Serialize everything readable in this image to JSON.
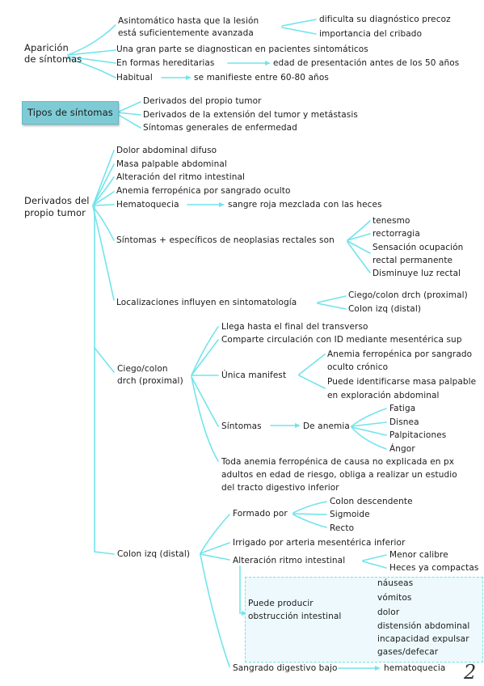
{
  "sections": {
    "aparicion": {
      "title": [
        "Aparición",
        "de síntomas"
      ],
      "asintomatico": [
        "Asintomático hasta que la lesión",
        "está suficientemente avanzada"
      ],
      "asintomatico_consequences": [
        "dificulta su diagnóstico precoz",
        "importancia del cribado"
      ],
      "diagnosticados": "Una gran parte se diagnostican en pacientes sintomáticos",
      "hereditarias": "En formas hereditarias",
      "hereditarias_detail": "edad de presentación antes de los 50 años",
      "habitual": "Habitual",
      "habitual_detail": "se manifieste entre 60-80 años"
    },
    "tipos": {
      "title": "Tipos de síntomas",
      "items": [
        "Derivados del propio tumor",
        "Derivados de la extensión del tumor y metástasis",
        "Síntomas generales de enfermedad"
      ]
    },
    "derivados": {
      "title": [
        "Derivados del",
        "propio tumor"
      ],
      "symptoms": [
        "Dolor abdominal difuso",
        "Masa palpable abdominal",
        "Alteración del ritmo intestinal",
        "Anemia ferropénica por sangrado oculto"
      ],
      "hematoquecia": "Hematoquecia",
      "hematoquecia_detail": "sangre roja mezclada con las heces",
      "rectales": "Síntomas + específicos de neoplasias rectales son",
      "rectales_items": [
        "tenesmo",
        "rectorragia",
        "Sensación ocupación",
        "rectal permanente",
        "Disminuye luz rectal"
      ],
      "localizaciones": "Localizaciones influyen en sintomatología",
      "localizaciones_items": [
        "Ciego/colon drch (proximal)",
        "Colon izq (distal)"
      ]
    },
    "ciego": {
      "title": [
        "Ciego/colon",
        "drch (proximal)"
      ],
      "items": [
        "Llega hasta el final del transverso",
        "Comparte circulación con ID mediante mesentérica sup"
      ],
      "unica": "Única manifest",
      "unica_items": [
        "Anemia ferropénica por sangrado",
        "oculto crónico",
        "Puede identificarse masa palpable",
        "en  exploración abdominal"
      ],
      "sintomas": "Síntomas",
      "anemia": "De anemia",
      "anemia_items": [
        "Fatiga",
        "Disnea",
        "Palpitaciones",
        "Ángor"
      ],
      "toda": [
        "Toda anemia ferropénica de causa no explicada en px",
        "adultos en edad de riesgo, obliga a realizar un estudio",
        "del tracto digestivo inferior"
      ]
    },
    "colon_izq": {
      "title": "Colon izq (distal)",
      "formado": "Formado por",
      "formado_items": [
        "Colon descendente",
        "Sigmoide",
        "Recto"
      ],
      "irrigado": "Irrigado por arteria mesentérica inferior",
      "alteracion": "Alteración ritmo intestinal",
      "alteracion_items": [
        "Menor calibre",
        "Heces ya compactas"
      ],
      "obstruccion": [
        "Puede producir",
        "obstrucción intestinal"
      ],
      "obstruccion_items": [
        "náuseas",
        "vómitos",
        "dolor",
        "distensión abdominal",
        "incapacidad expulsar",
        "gases/defecar"
      ],
      "sangrado": "Sangrado digestivo bajo",
      "sangrado_detail": "hematoquecia"
    }
  },
  "page_number": "2",
  "colors": {
    "connector": "#72e4eb",
    "tag_fill": "#7ecbd6",
    "box_fill": "#edf9fc",
    "text": "#1a1a1a"
  }
}
